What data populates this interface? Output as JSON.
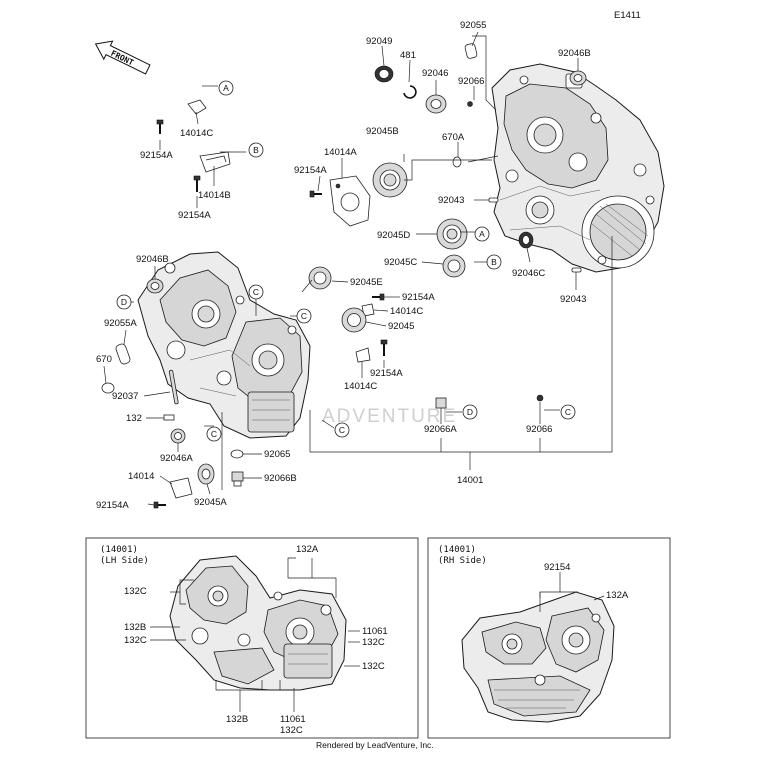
{
  "diagram_code": "E1411",
  "front_label": "FRONT",
  "watermark": "ADVENTURE",
  "footer": "Rendered by LeadVenture, Inc.",
  "callouts": {
    "p92055": "92055",
    "p92049": "92049",
    "p481": "481",
    "p92046": "92046",
    "p92066_top": "92066",
    "p92046B_top": "92046B",
    "p92045B": "92045B",
    "p670A": "670A",
    "p14014A": "14014A",
    "p92154A_mid": "92154A",
    "p92043_mid": "92043",
    "p92045D": "92045D",
    "p92045C": "92045C",
    "p92046C": "92046C",
    "p92043_right": "92043",
    "p14014C_top": "14014C",
    "p92154A_tl": "92154A",
    "p14014B": "14014B",
    "p92154A_b": "92154A",
    "p92046B_left": "92046B",
    "p92055A": "92055A",
    "p670": "670",
    "p92037": "92037",
    "p132": "132",
    "p92046A": "92046A",
    "p14014": "14014",
    "p92154A_bl": "92154A",
    "p92045A": "92045A",
    "p92065": "92065",
    "p92066B": "92066B",
    "p92045E": "92045E",
    "p92154A_r1": "92154A",
    "p14014C_r": "14014C",
    "p92045": "92045",
    "p14014C_r2": "14014C",
    "p92154A_r2": "92154A",
    "p92066A": "92066A",
    "p92066_low": "92066",
    "p14001": "14001"
  },
  "refs": {
    "A": "A",
    "B": "B",
    "C": "C",
    "D": "D"
  },
  "lh_box": {
    "title": "(14001)",
    "subtitle": "(LH Side)",
    "labels": {
      "c132C_1": "132C",
      "c132A": "132A",
      "c132B_1": "132B",
      "c132C_2": "132C",
      "c11061_1": "11061",
      "c132C_3": "132C",
      "c132C_4": "132C",
      "c132B_2": "132B",
      "c11061_2": "11061",
      "c132C_5": "132C"
    }
  },
  "rh_box": {
    "title": "(14001)",
    "subtitle": "(RH Side)",
    "labels": {
      "c92154": "92154",
      "c132A": "132A"
    }
  }
}
